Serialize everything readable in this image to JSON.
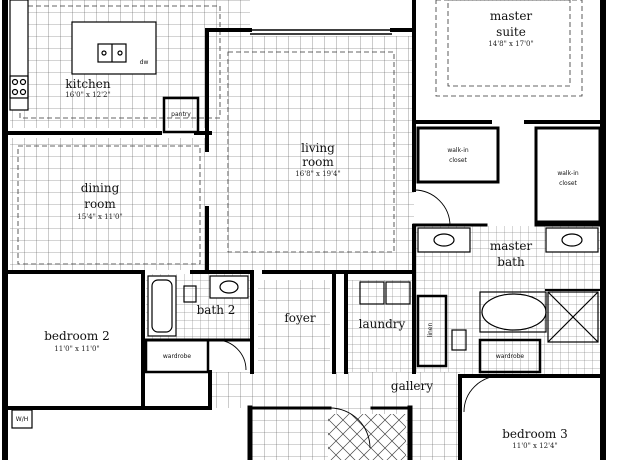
{
  "rooms": {
    "kitchen": {
      "name": "kitchen",
      "dim": "16'0\" x 12'2\""
    },
    "living": {
      "name_line1": "living",
      "name_line2": "room",
      "dim": "16'8\" x 19'4\""
    },
    "master": {
      "name_line1": "master",
      "name_line2": "suite",
      "dim": "14'8\" x 17'0\""
    },
    "dining": {
      "name_line1": "dining",
      "name_line2": "room",
      "dim": "15'4\" x 11'0\""
    },
    "bedroom2": {
      "name": "bedroom 2",
      "dim": "11'0\" x 11'0\""
    },
    "bedroom3": {
      "name": "bedroom 3",
      "dim": "11'0\" x 12'4\""
    },
    "bath2": {
      "name": "bath 2"
    },
    "foyer": {
      "name": "foyer"
    },
    "laundry": {
      "name": "laundry"
    },
    "master_bath": {
      "name_line1": "master",
      "name_line2": "bath"
    },
    "gallery": {
      "name": "gallery"
    },
    "walkin_left": {
      "line1": "walk-in",
      "line2": "closet"
    },
    "walkin_right": {
      "line1": "walk-in",
      "line2": "closet"
    },
    "pantry": {
      "name": "pantry"
    },
    "wardrobe_left": {
      "name": "wardrobe"
    },
    "wardrobe_right": {
      "name": "wardrobe"
    },
    "linen": {
      "name": "linen"
    },
    "wh": {
      "name": "W/H"
    },
    "dw": {
      "name": "dw"
    }
  }
}
